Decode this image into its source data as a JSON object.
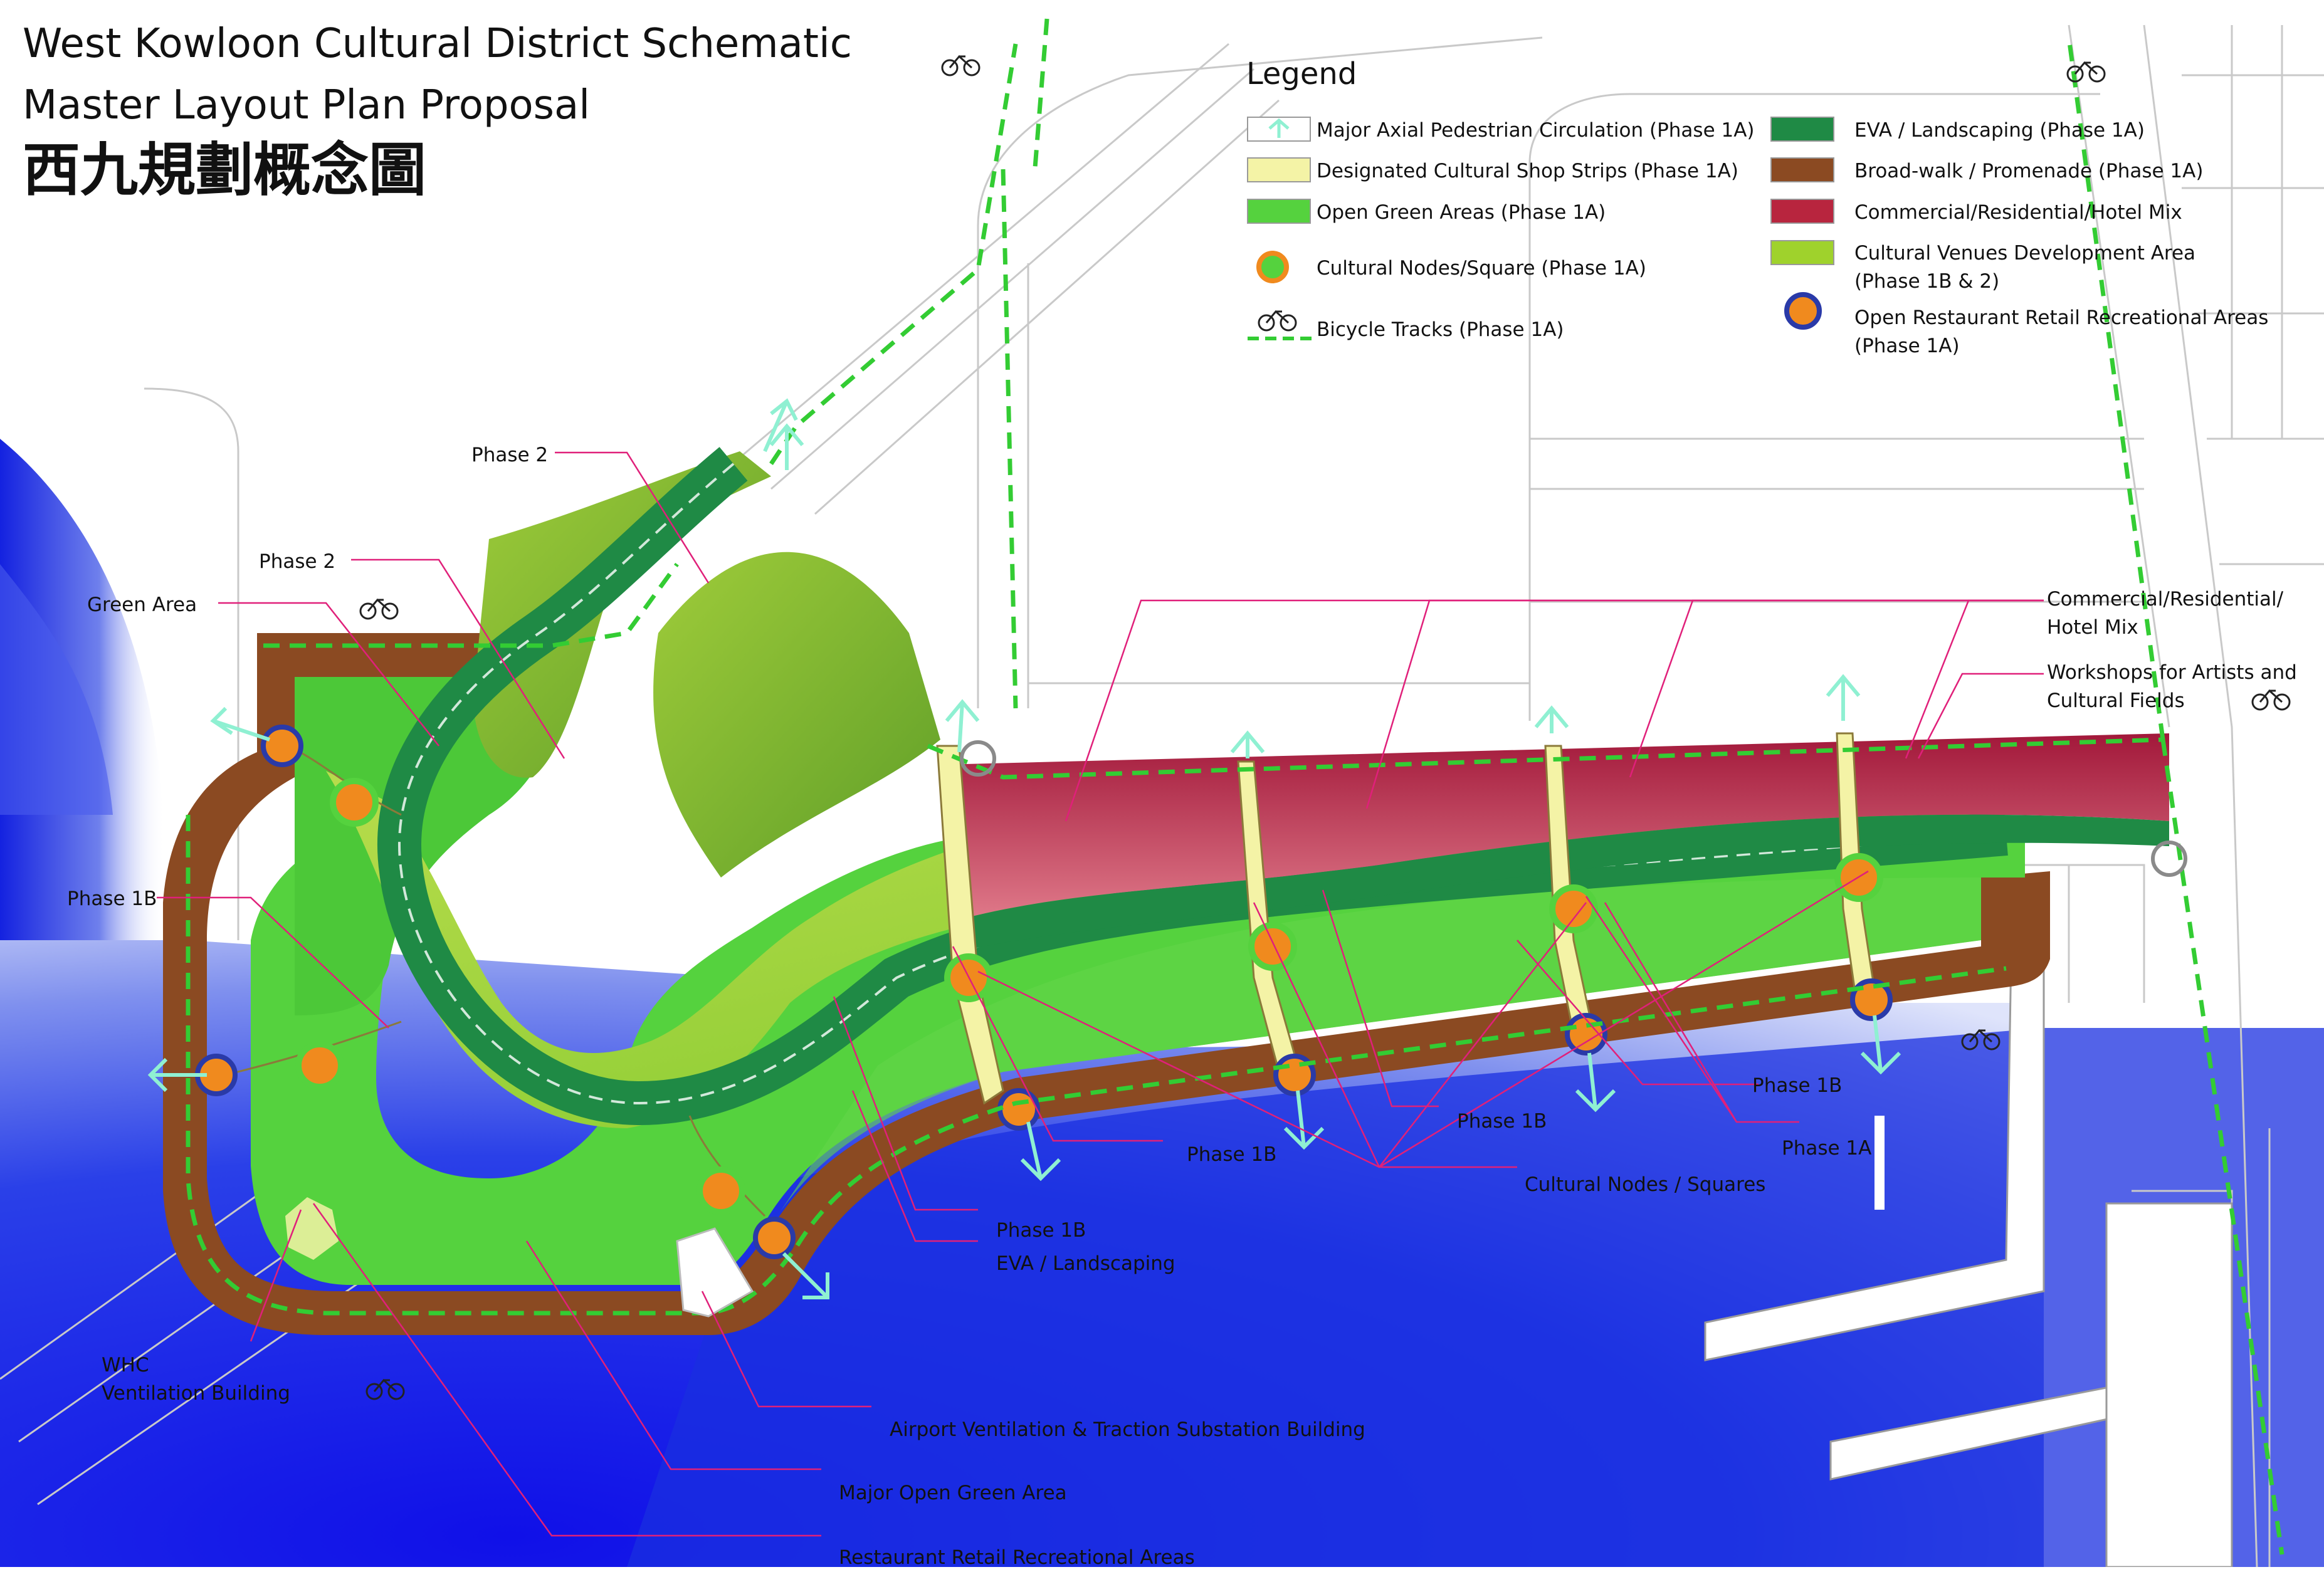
{
  "title": {
    "line1": "West Kowloon Cultural District Schematic",
    "line2": "Master Layout Plan Proposal",
    "line3": "西九規劃概念圖"
  },
  "legend": {
    "heading": "Legend",
    "items": [
      {
        "label": "Major Axial Pedestrian Circulation (Phase 1A)",
        "color": "#8ff0d2",
        "icon": "pedestrian-arrow"
      },
      {
        "label": "Designated Cultural Shop Strips (Phase 1A)",
        "color": "#f4f3a6",
        "icon": "swatch"
      },
      {
        "label": "Open Green Areas (Phase 1A)",
        "color": "#55d23e",
        "icon": "swatch"
      },
      {
        "label": "Cultural Nodes/Square (Phase 1A)",
        "color": "#f08a1e",
        "icon": "node-circle"
      },
      {
        "label": "Bicycle Tracks (Phase 1A)",
        "color": "#33cc33",
        "icon": "bicycle"
      },
      {
        "label": "EVA / Landscaping (Phase 1A)",
        "color": "#1f8a45",
        "icon": "swatch"
      },
      {
        "label": "Broad-walk / Promenade (Phase 1A)",
        "color": "#8b4a22",
        "icon": "swatch"
      },
      {
        "label": "Commercial/Residential/Hotel Mix",
        "color": "#b8253e",
        "icon": "swatch"
      },
      {
        "label": "Cultural Venues Development Area",
        "label2": "(Phase 1B & 2)",
        "color": "#9fd22c",
        "icon": "swatch"
      },
      {
        "label": "Open Restaurant Retail Recreational Areas",
        "label2": "(Phase 1A)",
        "color": "#f08a1e",
        "icon": "restaurant-circle"
      }
    ]
  },
  "callouts": {
    "phase2_a": "Phase 2",
    "phase2_b": "Phase 2",
    "green_area": "Green Area",
    "phase1b_left": "Phase 1B",
    "commercial_1": "Commercial/Residential/",
    "commercial_2": "Hotel Mix",
    "workshops_1": "Workshops for Artists and",
    "workshops_2": "Cultural Fields",
    "phase1b_r1": "Phase 1B",
    "phase1b_r2": "Phase 1B",
    "phase1a_r": "Phase 1A",
    "phase1b_mid": "Phase 1B",
    "cultural_nodes": "Cultural Nodes / Squares",
    "phase1b_low": "Phase 1B",
    "eva": "EVA / Landscaping",
    "whc_1": "WHC",
    "whc_2": "Ventilation Building",
    "airport": "Airport Ventilation & Traction Substation Building",
    "major_green": "Major Open Green Area",
    "restaurant": "Restaurant Retail Recreational Areas"
  },
  "colors": {
    "water": "#1a2fe0",
    "water_light": "#9aa8f0",
    "promenade": "#8b4a22",
    "open_green": "#55d23e",
    "cultural_venue": "#9fd22c",
    "eva": "#1f8a45",
    "commercial": "#b8253e",
    "shop_strip": "#f4f3a6",
    "node": "#f08a1e",
    "bike_track": "#33cc33",
    "pedestrian_arrow": "#8ff0d2",
    "callout_line": "#e0207a",
    "node_ring": "#2a3aa8"
  }
}
